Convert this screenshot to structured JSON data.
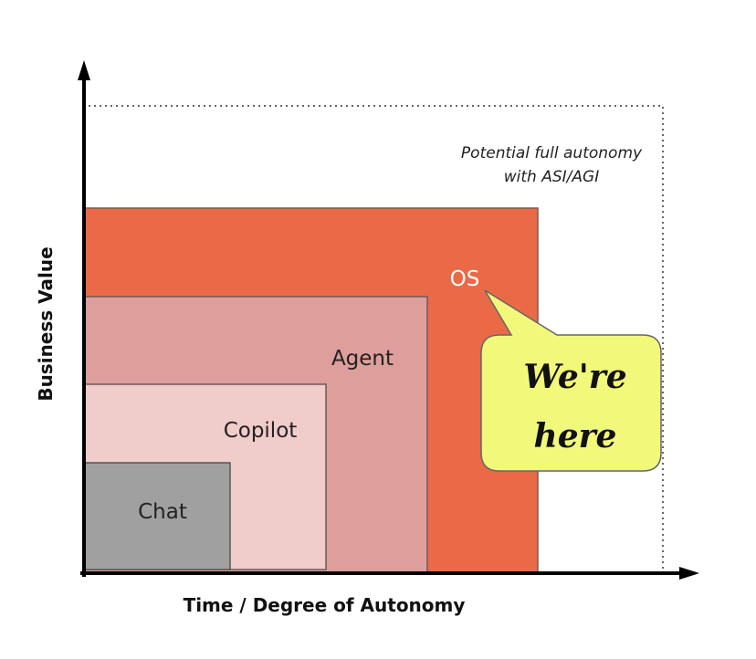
{
  "axes": {
    "y_label": "Business Value",
    "x_label": "Time / Degree of Autonomy"
  },
  "boundary": {
    "line1": "Potential full autonomy",
    "line2": "with ASI/AGI"
  },
  "levels": [
    {
      "label": "OS",
      "color": "#ea6a47"
    },
    {
      "label": "Agent",
      "color": "#de9e9b"
    },
    {
      "label": "Copilot",
      "color": "#f0cccb"
    },
    {
      "label": "Chat",
      "color": "#a0a0a0"
    }
  ],
  "callout": {
    "line1": "We're",
    "line2": "here",
    "color": "#f2f87a"
  }
}
